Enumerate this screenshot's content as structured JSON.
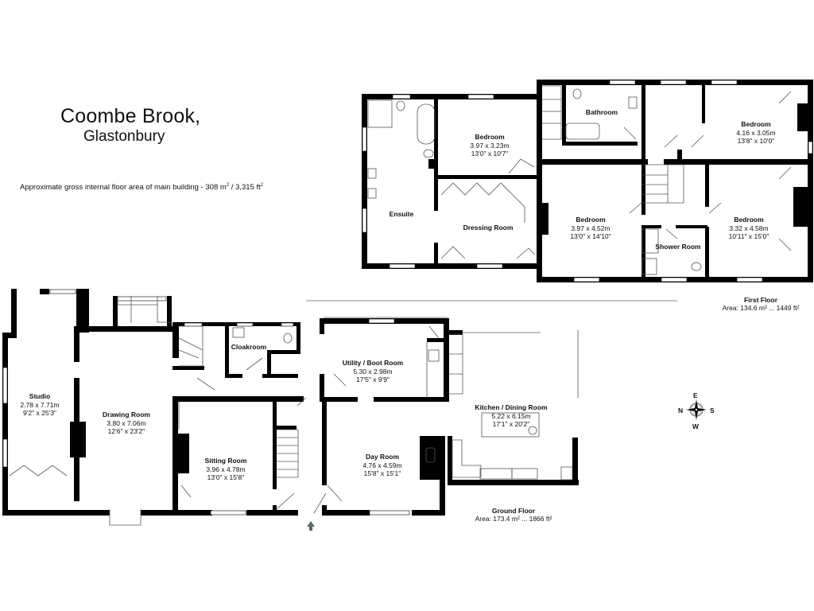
{
  "header": {
    "title": "Coombe Brook,",
    "subtitle": "Glastonbury",
    "gross_area_label": "Approximate gross internal floor area of main building  -  308 m",
    "gross_area_sup1": "2",
    "gross_area_mid": " /  3,315 ft",
    "gross_area_sup2": "2"
  },
  "first_floor": {
    "name": "First Floor",
    "area": "Area: 134.6 m² ... 1449 ft²",
    "rooms": [
      {
        "name": "Ensuite",
        "metric": "",
        "imperial": ""
      },
      {
        "name": "Bedroom",
        "metric": "3.97 x 3.23m",
        "imperial": "13'0\" x 10'7\""
      },
      {
        "name": "Dressing Room",
        "metric": "",
        "imperial": ""
      },
      {
        "name": "Bathroom",
        "metric": "",
        "imperial": ""
      },
      {
        "name": "Bedroom",
        "metric": "4.16 x 3.05m",
        "imperial": "13'8\" x 10'0\""
      },
      {
        "name": "Bedroom",
        "metric": "3.97 x 4.52m",
        "imperial": "13'0\" x 14'10\""
      },
      {
        "name": "Shower Room",
        "metric": "",
        "imperial": ""
      },
      {
        "name": "Bedroom",
        "metric": "3.32 x 4.58m",
        "imperial": "10'11\" x 15'0\""
      }
    ]
  },
  "ground_floor": {
    "name": "Ground Floor",
    "area": "Area: 173.4 m² ... 1866 ft²",
    "rooms": [
      {
        "name": "Studio",
        "metric": "2.78 x 7.71m",
        "imperial": "9'2\" x 25'3\""
      },
      {
        "name": "Drawing Room",
        "metric": "3.80 x 7.06m",
        "imperial": "12'6\" x 23'2\""
      },
      {
        "name": "Cloakroom",
        "metric": "",
        "imperial": ""
      },
      {
        "name": "Utility / Boot Room",
        "metric": "5.30 x 2.98m",
        "imperial": "17'5\" x 9'9\""
      },
      {
        "name": "Kitchen / Dining Room",
        "metric": "5.22 x 6.15m",
        "imperial": "17'1\" x 20'2\""
      },
      {
        "name": "Sitting Room",
        "metric": "3.96 x 4.78m",
        "imperial": "13'0\" x 15'8\""
      },
      {
        "name": "Day Room",
        "metric": "4.76 x 4.59m",
        "imperial": "15'8\" x 15'1\""
      }
    ]
  },
  "compass": {
    "top": "E",
    "left": "N",
    "right": "S",
    "bottom": "W"
  },
  "icons": {
    "entrance": "entrance-arrow-icon",
    "compass": "compass-rose-icon"
  },
  "colors": {
    "wall": "#000000",
    "fixture": "#555555",
    "divider": "#888888",
    "entrance_arrow": "#5a6a60"
  }
}
